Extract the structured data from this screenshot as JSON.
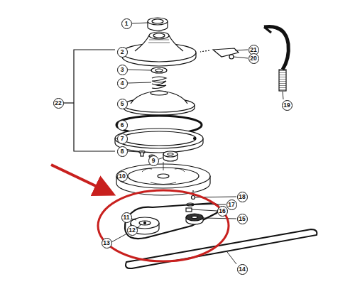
{
  "diagram": {
    "labels": [
      "1",
      "2",
      "21",
      "20",
      "19",
      "22",
      "3",
      "4",
      "5",
      "6",
      "7",
      "8",
      "9",
      "10",
      "18",
      "11",
      "16",
      "17",
      "12",
      "15",
      "13",
      "14"
    ]
  }
}
